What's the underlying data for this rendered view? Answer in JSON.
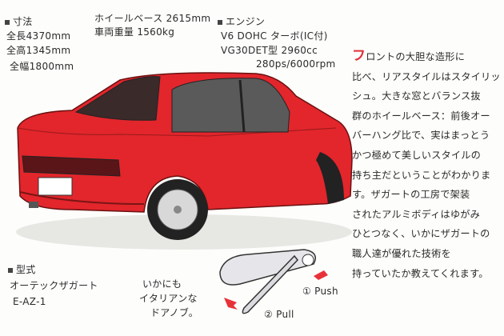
{
  "specs": {
    "dimensions": {
      "heading": "寸法",
      "length": "全長4370mm",
      "height": "全高1345mm",
      "width": "全幅1800mm"
    },
    "wheelbase": "ホイールベース 2615mm",
    "weight": "車両重量 1560kg",
    "engine": {
      "heading": "エンジン",
      "type": "V6 DOHC ターボ(IC付)",
      "model": "VG30DET型 2960cc",
      "power": "280ps/6000rpm"
    },
    "model_code": {
      "heading": "型式",
      "name": "オーテックザガート",
      "code": "E-AZ-1"
    }
  },
  "description": {
    "cap": "フ",
    "lines": [
      "ロントの大胆な造形に",
      "比べ、リアスタイルはスタイリッ",
      "シュ。大きな窓とバランス抜",
      "群のホイールベース：前後オー",
      "バーハング比で、実はまっとう",
      "かつ極めて美しいスタイルの",
      "持ち主だということがわかりま",
      "す。ザガートの工房で架装",
      "されたアルミボディはゆがみ",
      "ひとつなく、いかにザガートの",
      "職人達が優れた技術を",
      "持っていたか教えてくれます。"
    ]
  },
  "door_handle": {
    "caption": [
      "いかにも",
      "イタリアンな",
      "ドアノブ。"
    ],
    "step1": "① Push",
    "step2": "② Pull"
  },
  "colors": {
    "body": "#e2262c",
    "arrow": "#e8323a"
  }
}
